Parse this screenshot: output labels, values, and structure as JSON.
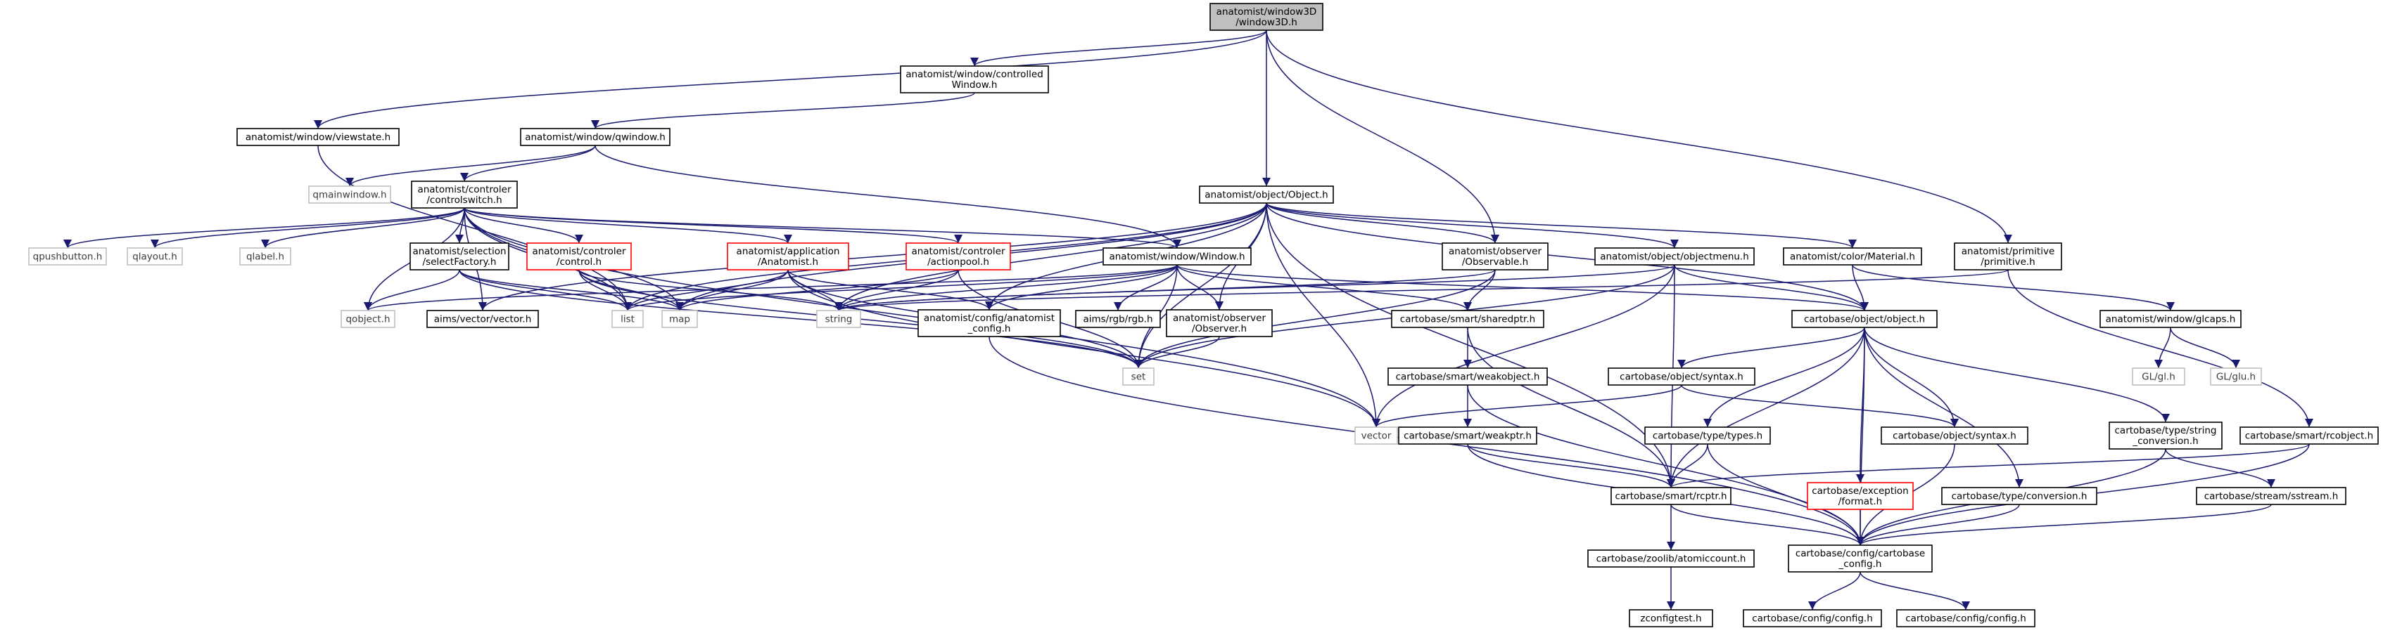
{
  "graph": {
    "colors": {
      "edge": "#191970",
      "box_border": "#000000",
      "box_border_missing": "#ff0000",
      "box_border_external": "#bfbfbf",
      "root_fill": "#bfbfbf",
      "text": "#000000"
    },
    "nodes": [
      {
        "id": "root",
        "lines": [
          "anatomist/window3D",
          "/window3D.h"
        ],
        "kind": "root"
      },
      {
        "id": "ctrlwin",
        "lines": [
          "anatomist/window/controlled",
          "Window.h"
        ],
        "kind": "normal"
      },
      {
        "id": "viewstate",
        "lines": [
          "anatomist/window/viewstate.h"
        ],
        "kind": "normal"
      },
      {
        "id": "qwindow",
        "lines": [
          "anatomist/window/qwindow.h"
        ],
        "kind": "normal"
      },
      {
        "id": "qmainwindow",
        "lines": [
          "qmainwindow.h"
        ],
        "kind": "external"
      },
      {
        "id": "ctrlswitch",
        "lines": [
          "anatomist/controler",
          "/controlswitch.h"
        ],
        "kind": "normal"
      },
      {
        "id": "objobj",
        "lines": [
          "anatomist/object/Object.h"
        ],
        "kind": "normal"
      },
      {
        "id": "qpushbutton",
        "lines": [
          "qpushbutton.h"
        ],
        "kind": "external"
      },
      {
        "id": "qlayout",
        "lines": [
          "qlayout.h"
        ],
        "kind": "external"
      },
      {
        "id": "qlabel",
        "lines": [
          "qlabel.h"
        ],
        "kind": "external"
      },
      {
        "id": "selfac",
        "lines": [
          "anatomist/selection",
          "/selectFactory.h"
        ],
        "kind": "normal"
      },
      {
        "id": "control",
        "lines": [
          "anatomist/controler",
          "/control.h"
        ],
        "kind": "missing"
      },
      {
        "id": "anatomisth",
        "lines": [
          "anatomist/application",
          "/Anatomist.h"
        ],
        "kind": "missing"
      },
      {
        "id": "actionpool",
        "lines": [
          "anatomist/controler",
          "/actionpool.h"
        ],
        "kind": "missing"
      },
      {
        "id": "windowh",
        "lines": [
          "anatomist/window/Window.h"
        ],
        "kind": "normal"
      },
      {
        "id": "observable",
        "lines": [
          "anatomist/observer",
          "/Observable.h"
        ],
        "kind": "normal"
      },
      {
        "id": "objmenu",
        "lines": [
          "anatomist/object/objectmenu.h"
        ],
        "kind": "normal"
      },
      {
        "id": "material",
        "lines": [
          "anatomist/color/Material.h"
        ],
        "kind": "normal"
      },
      {
        "id": "primitive",
        "lines": [
          "anatomist/primitive",
          "/primitive.h"
        ],
        "kind": "normal"
      },
      {
        "id": "qobject",
        "lines": [
          "qobject.h"
        ],
        "kind": "external"
      },
      {
        "id": "aimsvector",
        "lines": [
          "aims/vector/vector.h"
        ],
        "kind": "normal"
      },
      {
        "id": "list",
        "lines": [
          "list"
        ],
        "kind": "external"
      },
      {
        "id": "map",
        "lines": [
          "map"
        ],
        "kind": "external"
      },
      {
        "id": "string",
        "lines": [
          "string"
        ],
        "kind": "external"
      },
      {
        "id": "anaconfig",
        "lines": [
          "anatomist/config/anatomist",
          "_config.h"
        ],
        "kind": "normal"
      },
      {
        "id": "rgb",
        "lines": [
          "aims/rgb/rgb.h"
        ],
        "kind": "normal"
      },
      {
        "id": "observer",
        "lines": [
          "anatomist/observer",
          "/Observer.h"
        ],
        "kind": "normal"
      },
      {
        "id": "sharedptr",
        "lines": [
          "cartobase/smart/sharedptr.h"
        ],
        "kind": "normal"
      },
      {
        "id": "cbobject",
        "lines": [
          "cartobase/object/object.h"
        ],
        "kind": "normal"
      },
      {
        "id": "glcaps",
        "lines": [
          "anatomist/window/glcaps.h"
        ],
        "kind": "normal"
      },
      {
        "id": "set",
        "lines": [
          "set"
        ],
        "kind": "external"
      },
      {
        "id": "glh",
        "lines": [
          "GL/gl.h"
        ],
        "kind": "external"
      },
      {
        "id": "gluh",
        "lines": [
          "GL/glu.h"
        ],
        "kind": "external"
      },
      {
        "id": "weakobject",
        "lines": [
          "cartobase/smart/weakobject.h"
        ],
        "kind": "normal"
      },
      {
        "id": "syntax1",
        "lines": [
          "cartobase/object/syntax.h"
        ],
        "kind": "normal"
      },
      {
        "id": "vector",
        "lines": [
          "vector"
        ],
        "kind": "external"
      },
      {
        "id": "weakptr",
        "lines": [
          "cartobase/smart/weakptr.h"
        ],
        "kind": "normal"
      },
      {
        "id": "types",
        "lines": [
          "cartobase/type/types.h"
        ],
        "kind": "normal"
      },
      {
        "id": "syntax2",
        "lines": [
          "cartobase/object/syntax.h"
        ],
        "kind": "normal"
      },
      {
        "id": "strconv",
        "lines": [
          "cartobase/type/string",
          "_conversion.h"
        ],
        "kind": "normal"
      },
      {
        "id": "rcobject",
        "lines": [
          "cartobase/smart/rcobject.h"
        ],
        "kind": "normal"
      },
      {
        "id": "rcptr",
        "lines": [
          "cartobase/smart/rcptr.h"
        ],
        "kind": "normal"
      },
      {
        "id": "format",
        "lines": [
          "cartobase/exception",
          "/format.h"
        ],
        "kind": "missing"
      },
      {
        "id": "conversion",
        "lines": [
          "cartobase/type/conversion.h"
        ],
        "kind": "normal"
      },
      {
        "id": "sstream",
        "lines": [
          "cartobase/stream/sstream.h"
        ],
        "kind": "normal"
      },
      {
        "id": "cbconfig",
        "lines": [
          "cartobase/config/cartobase",
          "_config.h"
        ],
        "kind": "normal"
      },
      {
        "id": "atomic",
        "lines": [
          "cartobase/zoolib/atomiccount.h"
        ],
        "kind": "normal"
      },
      {
        "id": "zconfig",
        "lines": [
          "zconfigtest.h"
        ],
        "kind": "normal"
      },
      {
        "id": "config1",
        "lines": [
          "cartobase/config/config.h"
        ],
        "kind": "normal"
      },
      {
        "id": "config2",
        "lines": [
          "cartobase/config/config.h"
        ],
        "kind": "normal"
      }
    ]
  }
}
